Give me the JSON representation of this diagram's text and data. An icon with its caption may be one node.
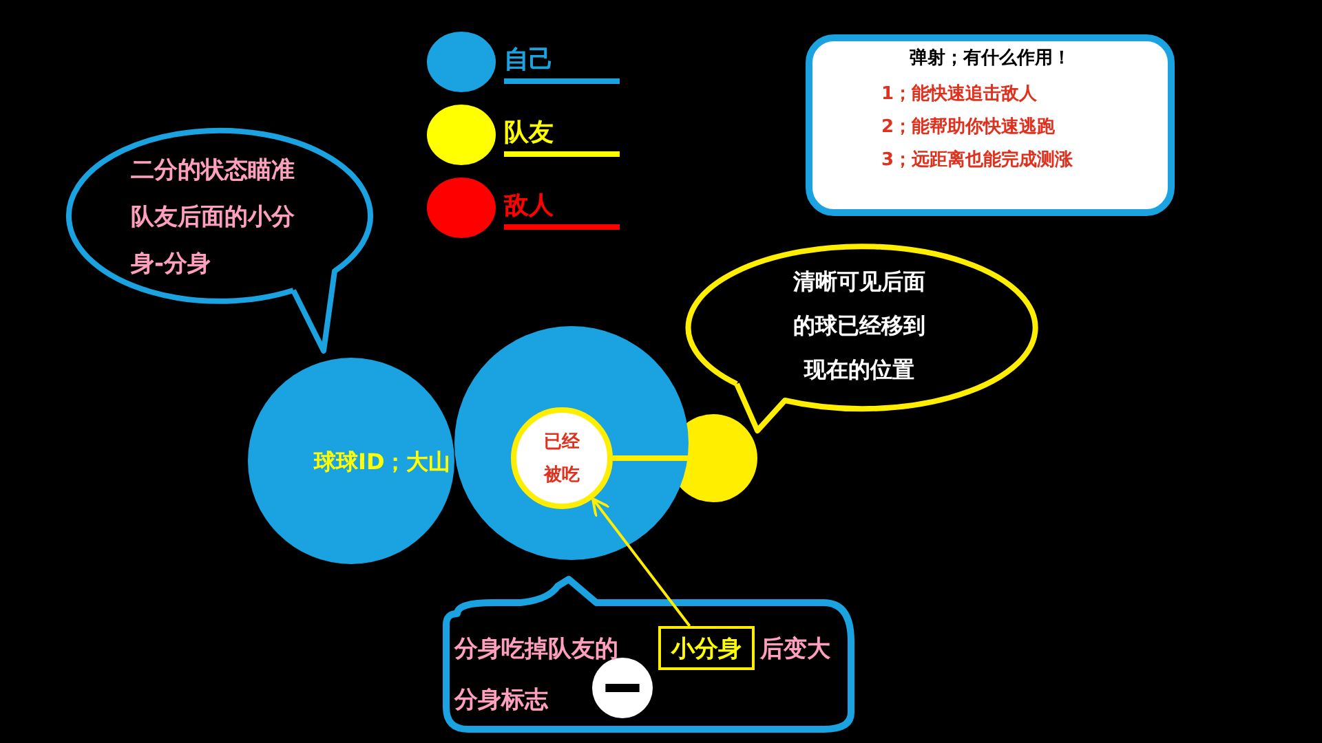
{
  "diagram": {
    "nodes": [
      {
        "text": [
          "二分的状态瞄准队友后面的小分身-分身"
        ]
      },
      {
        "text": [
          "清晰可见后面的球已经移到现在的位置"
        ]
      },
      {
        "text": [
          "弹射；有什么作用！",
          "1；能快速追击敌人",
          "2；能帮助你快速逃跑",
          "3；远距离也能完成测涨"
        ]
      },
      {
        "text": [
          "球球ID；大山"
        ]
      },
      {
        "text": [],
        "shape": "circle"
      },
      {
        "text": [
          "已经被吃"
        ],
        "in": 4
      },
      {
        "text": [],
        "shape": "circle"
      },
      {
        "text": [
          "分身吃掉队友的",
          "后变大",
          "分身标志"
        ]
      },
      {
        "text": [
          "小分身"
        ],
        "in": 7
      },
      {
        "text": [],
        "shape": "circle",
        "in": 7
      }
    ],
    "edges": [
      {
        "from": 8,
        "to": 5,
        "arrow": "to"
      },
      {
        "from": 5,
        "to": 6,
        "arrow": "none",
        "style": "thick"
      }
    ],
    "legend": [
      {
        "text": "自己",
        "color": "#1aa3e0"
      },
      {
        "text": "队友",
        "color": "#ffff00"
      },
      {
        "text": "敌人",
        "color": "#ff0000"
      }
    ]
  }
}
